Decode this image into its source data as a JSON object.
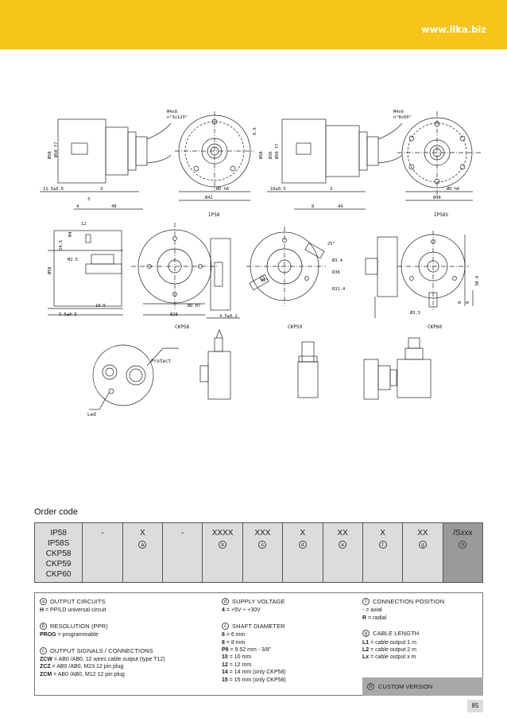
{
  "header": {
    "url": "www.lika.biz"
  },
  "drawings": {
    "captions": [
      "IP58",
      "IP58S",
      "CKP58",
      "CKP59",
      "CKP60"
    ],
    "labels": [
      "Protect",
      "Led"
    ],
    "dims": [
      "M4x8",
      "n°3x120°",
      "Ø58",
      "Ø50 f7",
      "0.5",
      "11.5±0.5",
      "3",
      "3",
      "4",
      "48",
      "Ø42",
      "ØD h6",
      "Ø36",
      "Ø50 f7",
      "Ø58",
      "16±0.5",
      "3",
      "8",
      "44",
      "Ø48",
      "ØD h6",
      "M4x6",
      "n°8x60°",
      "12",
      "M4",
      "24.5",
      "M2.5",
      "Ø58",
      "10.5",
      "5.5±0.5",
      "Ø28",
      "ØD H7",
      "4.5±0.2",
      "25°",
      "Ø3.4",
      "30°",
      "R36",
      "R31.4",
      "38.4",
      "8",
      "8",
      "Ø3.5"
    ]
  },
  "order": {
    "title": "Order code",
    "models": [
      "IP58",
      "IP58S",
      "CKP58",
      "CKP59",
      "CKP60"
    ],
    "cells": [
      {
        "code": "-",
        "tag": ""
      },
      {
        "code": "X",
        "tag": "a"
      },
      {
        "code": "-",
        "tag": ""
      },
      {
        "code": "XXXX",
        "tag": "b"
      },
      {
        "code": "XXX",
        "tag": "c"
      },
      {
        "code": "X",
        "tag": "d"
      },
      {
        "code": "XX",
        "tag": "e"
      },
      {
        "code": "X",
        "tag": "f"
      },
      {
        "code": "XX",
        "tag": "g"
      },
      {
        "code": "/Sxxx",
        "tag": "h"
      }
    ]
  },
  "legend": {
    "a": {
      "tag": "a",
      "title": "OUTPUT CIRCUITS",
      "lines": [
        {
          "k": "H",
          "v": " = PP/LD universal circuit"
        }
      ]
    },
    "b": {
      "tag": "b",
      "title": "RESOLUTION (PPR)",
      "lines": [
        {
          "k": "PROG",
          "v": " = programmable"
        }
      ]
    },
    "c": {
      "tag": "c",
      "title": "OUTPUT SIGNALS / CONNECTIONS",
      "lines": [
        {
          "k": "ZCW",
          "v": " = AB0 /AB0, 12 wires cable output (type T12)"
        },
        {
          "k": "ZCZ",
          "v": " = AB0 /AB0, M23 12 pin plug"
        },
        {
          "k": "ZCM",
          "v": " = AB0 /AB0, M12 12 pin plug"
        }
      ]
    },
    "d": {
      "tag": "d",
      "title": "SUPPLY VOLTAGE",
      "lines": [
        {
          "k": "4",
          "v": " = +5V ÷ +30V"
        }
      ]
    },
    "e": {
      "tag": "c",
      "title": "SHAFT DIAMETER",
      "lines": [
        {
          "k": "6",
          "v": " = 6 mm"
        },
        {
          "k": "8",
          "v": " = 8 mm"
        },
        {
          "k": "P9",
          "v": " = 9.52 mm - 3/8\""
        },
        {
          "k": "10",
          "v": " = 10 mm"
        },
        {
          "k": "12",
          "v": " = 12 mm"
        },
        {
          "k": "14",
          "v": " = 14 mm (only CKP58)"
        },
        {
          "k": "15",
          "v": " = 15 mm (only CKP58)"
        }
      ]
    },
    "f": {
      "tag": "f",
      "title": "CONNECTION POSITION",
      "lines": [
        {
          "k": "",
          "v": "- = axial"
        },
        {
          "k": "R",
          "v": " = radial"
        }
      ]
    },
    "g": {
      "tag": "g",
      "title": "CABLE LENGTH",
      "lines": [
        {
          "k": "L1",
          "v": " = cable output 1 m"
        },
        {
          "k": "L2",
          "v": " = cable output 2 m"
        },
        {
          "k": "Lx",
          "v": " = cable output x m"
        }
      ]
    },
    "h": {
      "tag": "h",
      "title": "CUSTOM VERSION"
    }
  },
  "page": {
    "number": "85"
  }
}
